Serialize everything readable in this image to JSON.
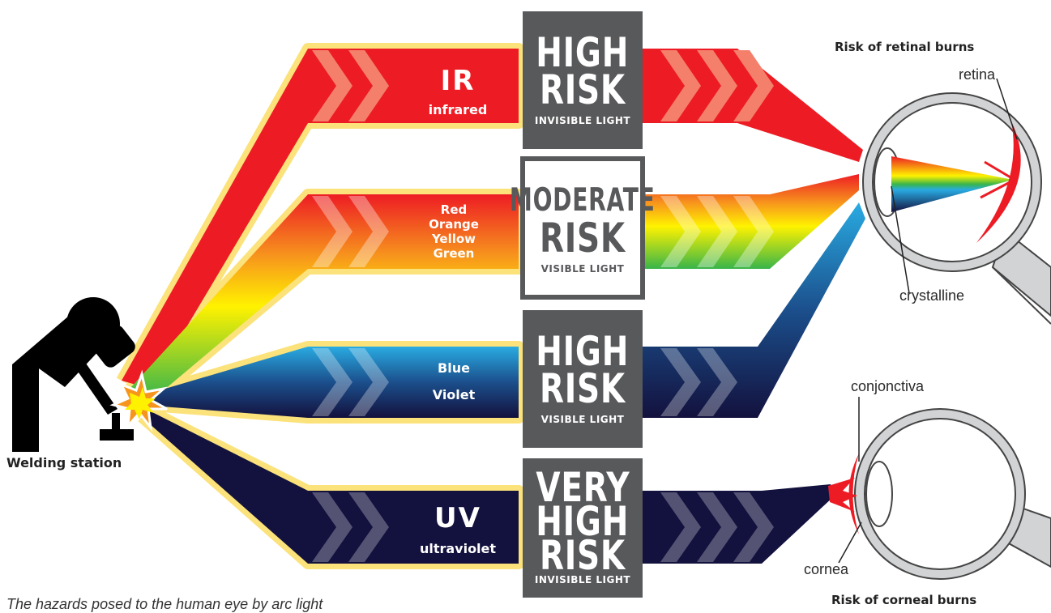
{
  "beams": {
    "ir": {
      "title": "IR",
      "subtitle": "infrared"
    },
    "visible_warm": {
      "lines": [
        "Red",
        "Orange",
        "Yellow",
        "Green"
      ]
    },
    "visible_cool": {
      "lines": [
        "Blue",
        "Violet"
      ]
    },
    "uv": {
      "title": "UV",
      "subtitle": "ultraviolet"
    }
  },
  "risk_boxes": [
    {
      "lines": [
        "HIGH",
        "RISK"
      ],
      "caption": "INVISIBLE LIGHT",
      "style": "dark"
    },
    {
      "lines": [
        "MODERATE",
        "RISK"
      ],
      "caption": "VISIBLE LIGHT",
      "style": "light"
    },
    {
      "lines": [
        "HIGH",
        "RISK"
      ],
      "caption": "VISIBLE LIGHT",
      "style": "dark"
    },
    {
      "lines": [
        "VERY",
        "HIGH",
        "RISK"
      ],
      "caption": "INVISIBLE LIGHT",
      "style": "dark"
    }
  ],
  "labels": {
    "welding_station": "Welding station",
    "retinal_burns": "Risk of retinal burns",
    "corneal_burns": "Risk of corneal burns",
    "retina": "retina",
    "crystalline": "crystalline",
    "conjonctiva": "conjonctiva",
    "cornea": "cornea",
    "footer": "The hazards posed to the human eye by arc light"
  },
  "colors": {
    "ir": "#ed1c24",
    "blue": "#29abe2",
    "navy": "#13113d",
    "risk_gray": "#58595b",
    "outline_yellow": "#fbe27a"
  }
}
